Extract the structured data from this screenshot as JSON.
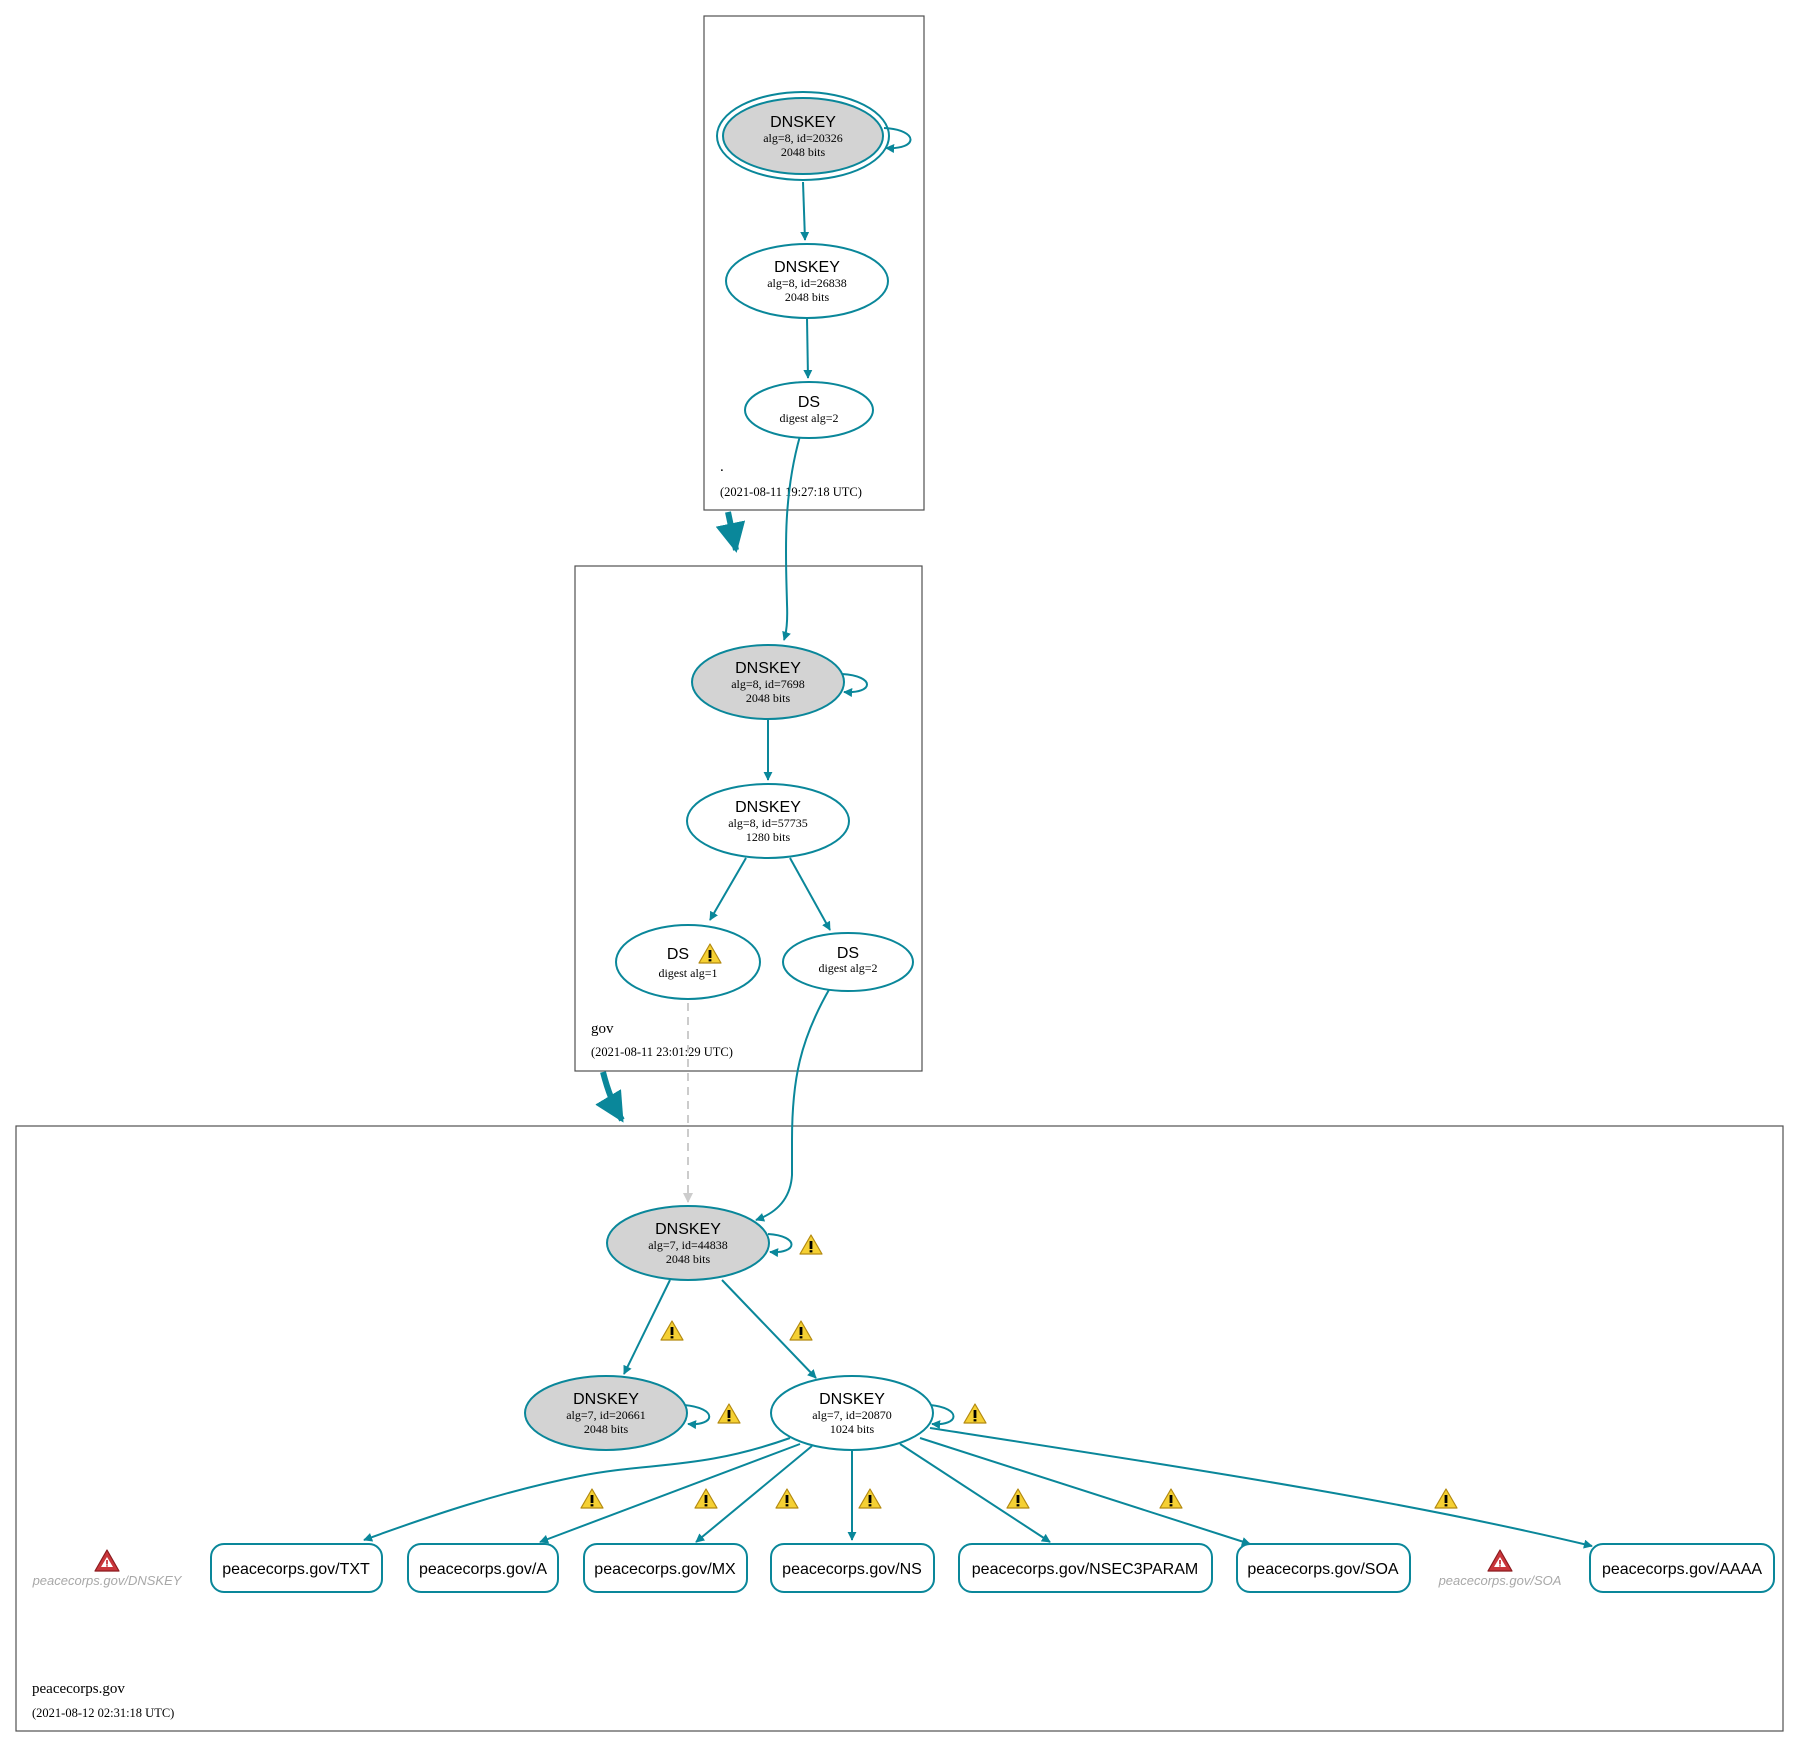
{
  "colors": {
    "accent": "#0a879a",
    "ksk_fill": "#d3d3d3",
    "warning": "#f2c318",
    "error": "#c0282d",
    "ghost_text": "#a8a8a8",
    "insecure_edge": "#cccccc"
  },
  "zones": {
    "root": {
      "name": ".",
      "date": "(2021-08-11 19:27:18 UTC)"
    },
    "gov": {
      "name": "gov",
      "date": "(2021-08-11 23:01:29 UTC)"
    },
    "peacecorps": {
      "name": "peacecorps.gov",
      "date": "(2021-08-12 02:31:18 UTC)"
    }
  },
  "nodes": {
    "root_ksk": {
      "title": "DNSKEY",
      "line1": "alg=8, id=20326",
      "line2": "2048 bits"
    },
    "root_zsk": {
      "title": "DNSKEY",
      "line1": "alg=8, id=26838",
      "line2": "2048 bits"
    },
    "root_ds": {
      "title": "DS",
      "line1": "digest alg=2"
    },
    "gov_ksk": {
      "title": "DNSKEY",
      "line1": "alg=8, id=7698",
      "line2": "2048 bits"
    },
    "gov_zsk": {
      "title": "DNSKEY",
      "line1": "alg=8, id=57735",
      "line2": "1280 bits"
    },
    "gov_ds1": {
      "title": "DS",
      "line1": "digest alg=1"
    },
    "gov_ds2": {
      "title": "DS",
      "line1": "digest alg=2"
    },
    "pc_ksk": {
      "title": "DNSKEY",
      "line1": "alg=7, id=44838",
      "line2": "2048 bits"
    },
    "pc_key2": {
      "title": "DNSKEY",
      "line1": "alg=7, id=20661",
      "line2": "2048 bits"
    },
    "pc_zsk": {
      "title": "DNSKEY",
      "line1": "alg=7, id=20870",
      "line2": "1024 bits"
    }
  },
  "records": {
    "txt": "peacecorps.gov/TXT",
    "a": "peacecorps.gov/A",
    "mx": "peacecorps.gov/MX",
    "ns": "peacecorps.gov/NS",
    "nsec3param": "peacecorps.gov/NSEC3PARAM",
    "soa": "peacecorps.gov/SOA",
    "aaaa": "peacecorps.gov/AAAA"
  },
  "ghost_records": {
    "dnskey": "peacecorps.gov/DNSKEY",
    "soa": "peacecorps.gov/SOA"
  },
  "icons": {
    "warning": "warning-triangle-icon",
    "error": "error-triangle-icon"
  }
}
